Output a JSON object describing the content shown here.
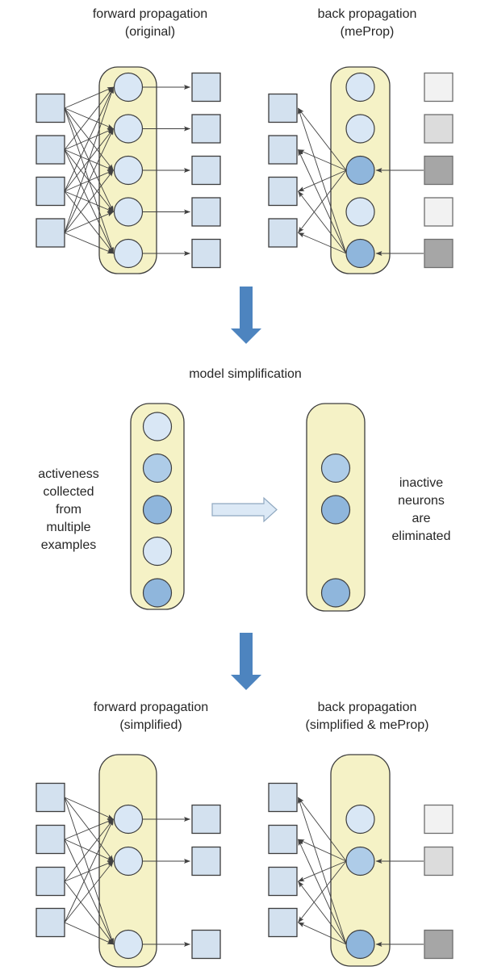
{
  "colors": {
    "background": "#ffffff",
    "text": "#262626",
    "io_square_blue": "#d3e1ef",
    "neuron_light": "#d9e7f5",
    "neuron_medium": "#aecce8",
    "neuron_dark": "#8fb6dc",
    "layer_pill_yellow": "#f5f2c6",
    "output_inactive_white": "#f2f2f2",
    "output_gray_light": "#dcdcdc",
    "output_gray_dark": "#a6a6a6",
    "flow_arrow_blue": "#4d84bf",
    "transform_arrow_fill": "#dce9f6",
    "edge_line": "#404040"
  },
  "labels": {
    "model_simplification": "model simplification"
  },
  "annotations": {
    "activeness_lines": [
      "activeness",
      "collected",
      "from",
      "multiple",
      "examples"
    ],
    "inactive_lines": [
      "inactive",
      "neurons",
      "are",
      "eliminated"
    ]
  },
  "panels": {
    "top_left": {
      "title_line1": "forward propagation",
      "title_line2": "(original)",
      "input_squares": [
        "io_square_blue",
        "io_square_blue",
        "io_square_blue",
        "io_square_blue"
      ],
      "hidden_neurons": [
        "neuron_light",
        "neuron_light",
        "neuron_light",
        "neuron_light",
        "neuron_light"
      ],
      "output_squares": [
        "io_square_blue",
        "io_square_blue",
        "io_square_blue",
        "io_square_blue",
        "io_square_blue"
      ]
    },
    "top_right": {
      "title_line1": "back propagation",
      "title_line2": "(meProp)",
      "input_squares": [
        "io_square_blue",
        "io_square_blue",
        "io_square_blue",
        "io_square_blue"
      ],
      "hidden_neurons": [
        "neuron_light",
        "neuron_light",
        "neuron_dark",
        "neuron_light",
        "neuron_dark"
      ],
      "output_squares": [
        "output_inactive_white",
        "output_gray_light",
        "output_gray_dark",
        "output_inactive_white",
        "output_gray_dark"
      ]
    },
    "middle_left": {
      "neurons": [
        "neuron_light",
        "neuron_medium",
        "neuron_dark",
        "neuron_light",
        "neuron_dark"
      ]
    },
    "middle_right": {
      "neurons": [
        "neuron_medium",
        "neuron_dark",
        "neuron_dark"
      ]
    },
    "bottom_left": {
      "title_line1": "forward propagation",
      "title_line2": "(simplified)",
      "input_squares": [
        "io_square_blue",
        "io_square_blue",
        "io_square_blue",
        "io_square_blue"
      ],
      "hidden_neurons": [
        "neuron_light",
        "neuron_light",
        "neuron_light"
      ],
      "output_squares": [
        "io_square_blue",
        "io_square_blue",
        "io_square_blue"
      ]
    },
    "bottom_right": {
      "title_line1": "back propagation",
      "title_line2": "(simplified & meProp)",
      "input_squares": [
        "io_square_blue",
        "io_square_blue",
        "io_square_blue",
        "io_square_blue"
      ],
      "hidden_neurons": [
        "neuron_light",
        "neuron_medium",
        "neuron_dark"
      ],
      "output_squares": [
        "output_inactive_white",
        "output_gray_light",
        "output_gray_dark"
      ]
    }
  }
}
